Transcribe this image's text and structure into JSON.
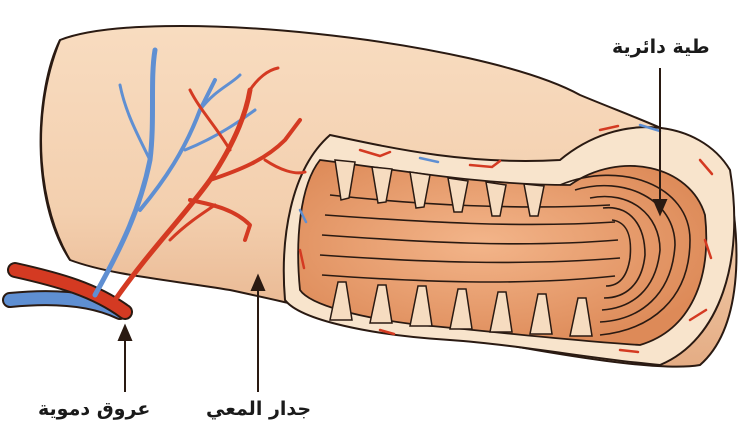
{
  "labels": {
    "circular_folds": "طية دائرية",
    "intestine_wall": "جدار المعي",
    "blood_vessels": "عروق دموية"
  },
  "colors": {
    "tube_outer": "#f5d4b4",
    "tube_shadow": "#e9b58e",
    "lumen": "#e9a070",
    "villi": "#f6dcc0",
    "artery": "#d43a22",
    "vein": "#5f8fd2",
    "outline": "#2a1a12"
  }
}
